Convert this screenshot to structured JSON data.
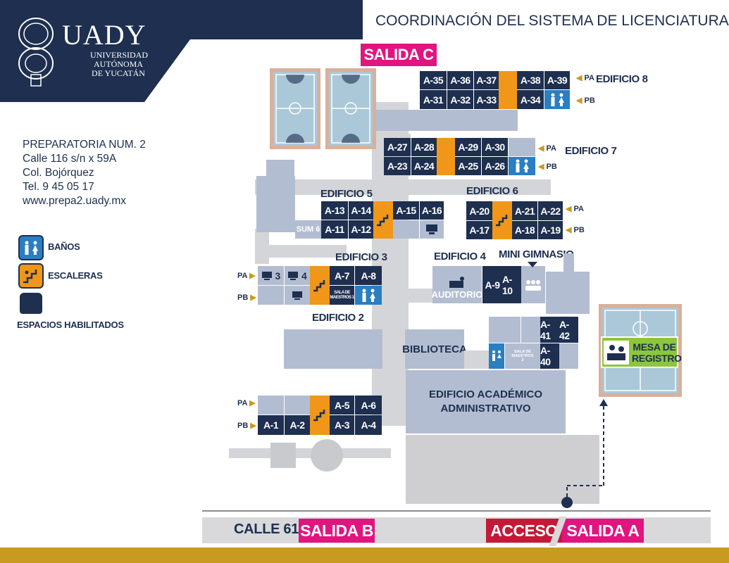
{
  "header": {
    "title": "COORDINACIÓN DEL SISTEMA DE LICENCIATURA",
    "logo_main": "UADY",
    "logo_sub": [
      "UNIVERSIDAD",
      "AUTÓNOMA",
      "DE YUCATÁN"
    ]
  },
  "address": [
    "PREPARATORIA NUM. 2",
    "Calle 116 s/n x 59A",
    "Col. Bojórquez",
    "Tel. 9 45 05 17",
    "www.prepa2.uady.mx"
  ],
  "legend": {
    "banos": "BAÑOS",
    "escaleras": "ESCALERAS",
    "espacios": "ESPACIOS HABILITADOS"
  },
  "exits": {
    "salida_c": "SALIDA C",
    "salida_b": "SALIDA B",
    "calle": "CALLE 61",
    "acceso": "ACCESO",
    "salida_a": "SALIDA A"
  },
  "floors": {
    "pa": "PA",
    "pb": "PB"
  },
  "buildings": {
    "e8": "EDIFICIO 8",
    "e7": "EDIFICIO 7",
    "e6": "EDIFICIO 6",
    "e5": "EDIFICIO 5",
    "e4": "EDIFICIO 4",
    "e3": "EDIFICIO 3",
    "e2": "EDIFICIO 2",
    "gym": "MINI GIMNASIO",
    "biblioteca": "BIBLIOTECA",
    "academico": [
      "EDIFICIO ACADÉMICO",
      "ADMINISTRATIVO"
    ],
    "auditorio": "AUDITORIO",
    "sum": "SUM 6",
    "mesa": [
      "MESA DE",
      "REGISTRO"
    ],
    "sala1": [
      "SALA DE",
      "MAESTROS 1"
    ],
    "sala2": [
      "SALA DE",
      "MAESTROS",
      "2"
    ],
    "lab3": "3",
    "lab4": "4"
  },
  "rooms": {
    "a35": "A-35",
    "a36": "A-36",
    "a37": "A-37",
    "a38": "A-38",
    "a39": "A-39",
    "a31": "A-31",
    "a32": "A-32",
    "a33": "A-33",
    "a34": "A-34",
    "a27": "A-27",
    "a28": "A-28",
    "a29": "A-29",
    "a30": "A-30",
    "a23": "A-23",
    "a24": "A-24",
    "a25": "A-25",
    "a26": "A-26",
    "a13": "A-13",
    "a14": "A-14",
    "a15": "A-15",
    "a16": "A-16",
    "a11": "A-11",
    "a12": "A-12",
    "a20": "A-20",
    "a21": "A-21",
    "a22": "A-22",
    "a17": "A-17",
    "a18": "A-18",
    "a19": "A-19",
    "a7": "A-7",
    "a8": "A-8",
    "a9": "A-9",
    "a10": "A-10",
    "a41": "A-41",
    "a42": "A-42",
    "a40": "A-40",
    "a5": "A-5",
    "a6": "A-6",
    "a1": "A-1",
    "a2": "A-2",
    "a3": "A-3",
    "a4": "A-4"
  },
  "colors": {
    "navy": "#1e2f50",
    "orange": "#f09719",
    "blue": "#2a7ec2",
    "pink": "#e0157f",
    "red": "#c41a37",
    "green": "#8cc63e",
    "gold": "#c99a20",
    "gray": "#b3bdd1"
  }
}
